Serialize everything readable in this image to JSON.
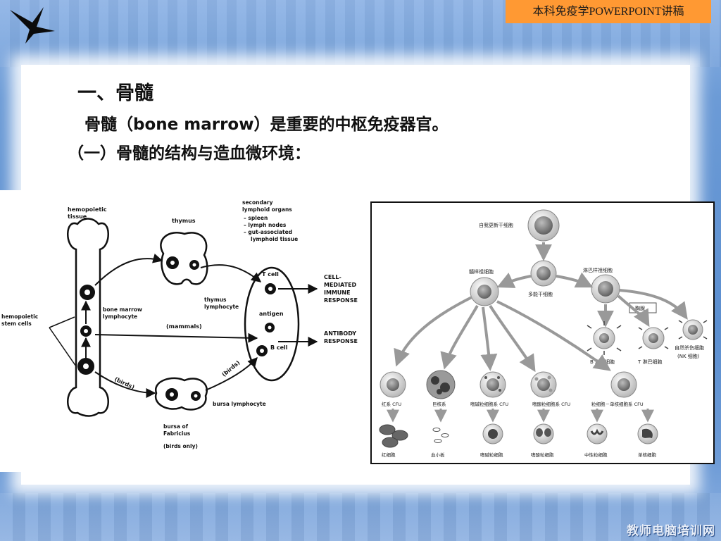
{
  "header": {
    "badge": "本科免疫学POWERPOINT讲稿"
  },
  "content": {
    "heading": "一、骨髓",
    "intro": "骨髓（bone marrow）是重要的中枢免疫器官。",
    "subheading": "（一）骨髓的结构与造血微环境："
  },
  "left_figure": {
    "hemopoietic_tissue": [
      "hemopoietic",
      "tissue"
    ],
    "thymus": "thymus",
    "secondary": [
      "secondary",
      "lymphoid organs",
      "– spleen",
      "– lymph nodes",
      "– gut-associated",
      "lymphoid tissue"
    ],
    "stem_cells": [
      "hemopoietic",
      "stem cells"
    ],
    "bone_marrow_lymphocyte": [
      "bone marrow",
      "lymphocyte"
    ],
    "thymus_lymphocyte": [
      "thymus",
      "lymphocyte"
    ],
    "t_cell": "T cell",
    "antigen": "antigen",
    "b_cell": "B cell",
    "mammals": "(mammals)",
    "birds_left": "(birds)",
    "birds_right": "(birds)",
    "cell_mediated": [
      "CELL-",
      "MEDIATED",
      "IMMUNE",
      "RESPONSE"
    ],
    "antibody": [
      "ANTIBODY",
      "RESPONSE"
    ],
    "bursa_lymphocyte": "bursa lymphocyte",
    "bursa": [
      "bursa of",
      "Fabricius",
      "(birds only)"
    ]
  },
  "right_figure": {
    "self_renewing": "自我更新干细胞",
    "multipotent": "多能干细胞",
    "myeloid_progenitor": "髓样祖细胞",
    "lymphoid_progenitor": "淋巴样祖细胞",
    "thymus_box": "胸腺",
    "b_lymph": "B 淋巴细胞",
    "t_lymph": "T 淋巴细胞",
    "nk": [
      "自然杀伤细胞",
      "(NK 细胞)"
    ],
    "cfu": [
      "红系 CFU",
      "巨核系",
      "嗜碱粒细胞系 CFU",
      "嗜酸粒细胞系 CFU",
      "粒细胞－单核细胞系 CFU"
    ],
    "mature": [
      "红细胞",
      "血小板",
      "嗜碱粒细胞",
      "嗜酸粒细胞",
      "中性粒细胞",
      "单核细胞"
    ]
  },
  "footer": {
    "text": "教师电脑培训网"
  }
}
